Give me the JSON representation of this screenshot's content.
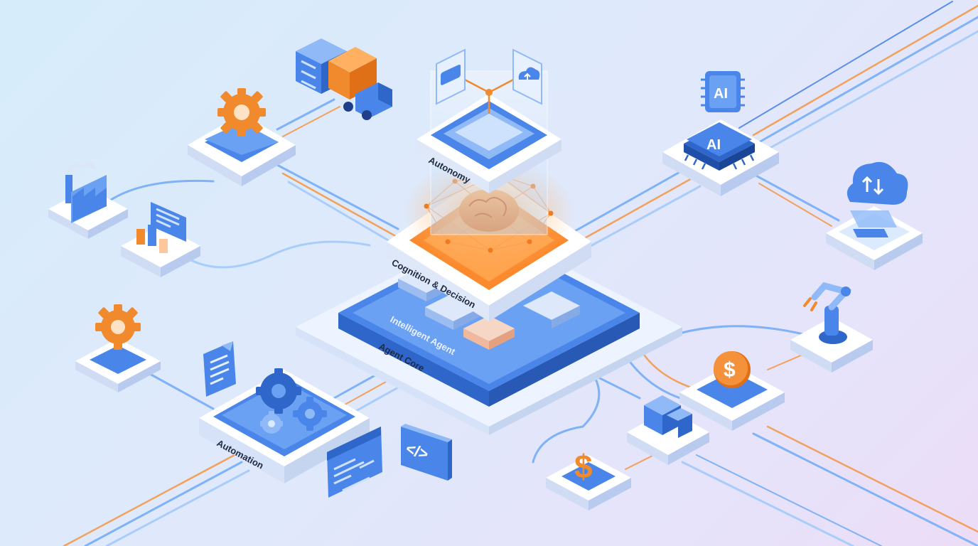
{
  "diagram": {
    "core_labels": {
      "autonomy": "Autonomy",
      "cognition": "Cognition & Decision",
      "intelligent_agent": "Intelligent Agent",
      "agent_core": "Agent Core"
    },
    "module_labels": {
      "automation": "Automation"
    },
    "icon_text": {
      "ai_chip_small": "AI",
      "ai_chip_large": "AI",
      "dollar_coin": "$",
      "dollar_sign": "$",
      "code": "</>"
    },
    "icons": [
      "server-icon",
      "truck-icon",
      "gear-icon",
      "factory-icon",
      "dashboard-icon",
      "bar-chart-icon",
      "chat-icon",
      "cloud-icon",
      "brain-icon",
      "ai-chip-icon",
      "cloud-sync-icon",
      "monitor-icon",
      "robot-arm-icon",
      "coin-icon",
      "package-icon",
      "dollar-icon",
      "document-icon",
      "gears-icon",
      "code-window-icon",
      "code-icon"
    ],
    "colors": {
      "background_start": "#d6ecfb",
      "background_end": "#ecdcf8",
      "primary_blue": "#3f7fe6",
      "light_blue": "#8fbaf7",
      "accent_orange": "#f08a2c",
      "platform_white": "#ffffff",
      "text_dark": "#1f2a44"
    }
  }
}
